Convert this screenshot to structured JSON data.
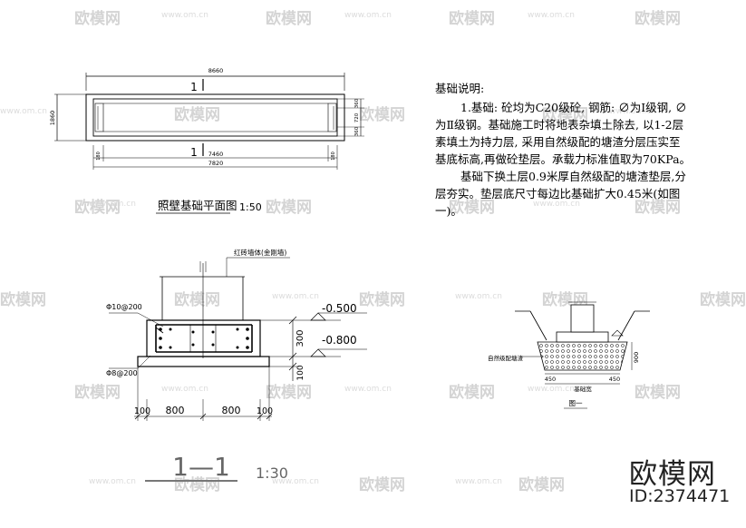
{
  "watermark": {
    "brand": "欧模网",
    "url": "www.om.cn"
  },
  "plan": {
    "title": "照壁基础平面图",
    "scale": "1:50",
    "dim_total": "8660",
    "dim_inner": "7460",
    "dim_base": "7820",
    "dim_left": "180",
    "dim_right": "180",
    "dim_height": "1860",
    "dim_r1": "360",
    "dim_r2": "720",
    "dim_r3": "360",
    "cut_mark_top": "1",
    "cut_mark_bottom": "1"
  },
  "notes": {
    "heading": "基础说明:",
    "lines": [
      "1.基础: 砼均为C20级砼, 钢筋: ∅为I级钢, ∅",
      "为Ⅱ级钢。基础施工时将地表杂填土除去, 以1-2层",
      "素填土为持力层, 采用自然级配的塘渣分层压实至",
      "基底标高,再做砼垫层。承载力标准值取为70KPa。",
      "基础下换土层0.9米厚自然级配的塘渣垫层,分",
      "层夯实。垫层底尺寸每边比基础扩大0.45米(如图",
      "一)。"
    ]
  },
  "section": {
    "wall_label": "红砖墙体(金刚墙)",
    "rebar_top": "Φ10@200",
    "rebar_bottom": "Φ8@200",
    "elev_top": "-0.500",
    "elev_bottom": "-0.800",
    "dim_300": "300",
    "dim_100": "100",
    "dims_bottom": [
      "100",
      "800",
      "800",
      "100"
    ],
    "title": "1—1",
    "scale": "1:30"
  },
  "figure1": {
    "label_fill": "自然级配塘渣",
    "label_width": "基础宽",
    "dim_left": "450",
    "dim_right": "450",
    "dim_depth": "900",
    "caption": "图一"
  },
  "brand_mark": {
    "name": "欧模网",
    "id": "ID:2374471"
  }
}
